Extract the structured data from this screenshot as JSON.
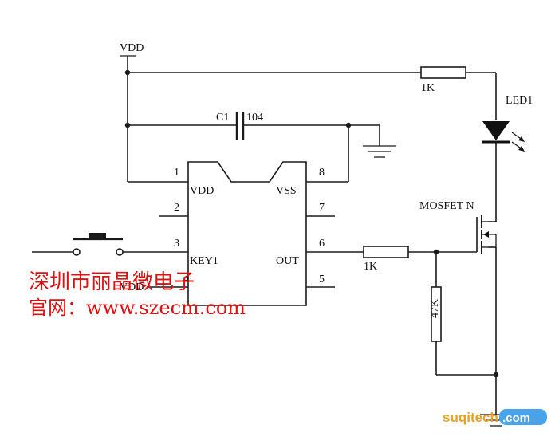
{
  "nodes": {
    "vdd_top": "VDD",
    "vdd_key": "VDD",
    "r1": "1K",
    "r2": "1K",
    "r3": "47K",
    "led": "LED1",
    "cap_name": "C1",
    "cap_value": "104",
    "mosfet": "MOSFET N"
  },
  "chip": {
    "pins_left": [
      "1",
      "2",
      "3",
      "4"
    ],
    "pins_right": [
      "8",
      "7",
      "6",
      "5"
    ],
    "label_vdd": "VDD",
    "label_vss": "VSS",
    "label_key": "KEY1",
    "label_out": "OUT"
  },
  "watermark": {
    "company": "深圳市丽晶微电子",
    "website": "官网：www.szecm.com"
  },
  "logo": {
    "text_main": "suqitech",
    "text_tld": ".com"
  }
}
